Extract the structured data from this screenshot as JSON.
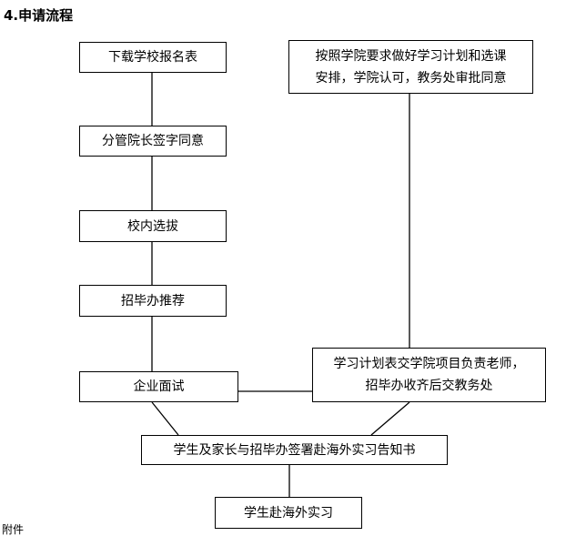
{
  "heading": "4.申请流程",
  "steps": {
    "download_form": "下载学校报名表",
    "dean_sign": "分管院长签字同意",
    "internal_selection": "校内选拔",
    "employment_office_recommend": "招毕办推荐",
    "company_interview": "企业面试",
    "study_plan_line1": "按照学院要求做好学习计划和选课",
    "study_plan_line2": "安排，学院认可，教务处审批同意",
    "submit_plan_line1": "学习计划表交学院项目负责老师，",
    "submit_plan_line2": "招毕办收齐后交教务处",
    "sign_notice": "学生及家长与招毕办签署赴海外实习告知书",
    "overseas_internship": "学生赴海外实习"
  },
  "footnote": "附件"
}
